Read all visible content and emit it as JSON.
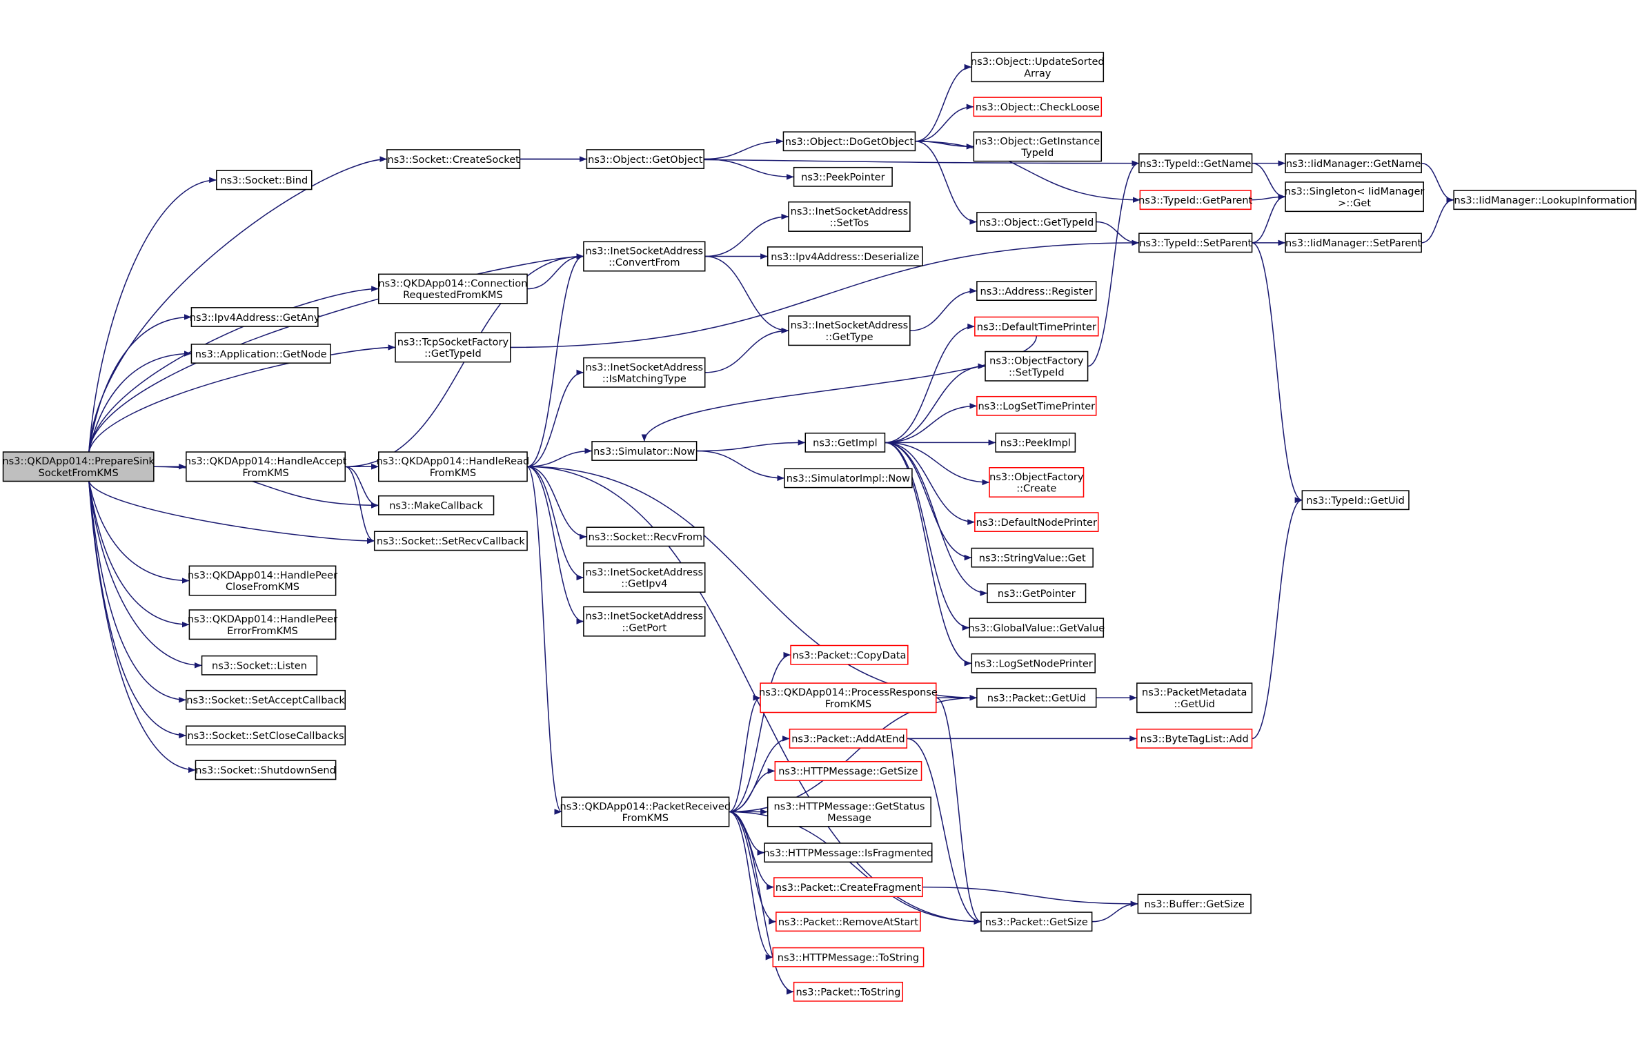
{
  "colors": {
    "edge": "#191970",
    "root_fill": "#bfbfbf",
    "truncated_border": "#ff0000",
    "node_border": "#000000"
  },
  "nodes": {
    "prepare": {
      "lines": [
        "ns3::QKDApp014::PrepareSink",
        "SocketFromKMS"
      ],
      "root": true
    },
    "bind": {
      "lines": [
        "ns3::Socket::Bind"
      ]
    },
    "createsocket": {
      "lines": [
        "ns3::Socket::CreateSocket"
      ]
    },
    "getany": {
      "lines": [
        "ns3::Ipv4Address::GetAny"
      ]
    },
    "getnode": {
      "lines": [
        "ns3::Application::GetNode"
      ]
    },
    "tcpfactory": {
      "lines": [
        "ns3::TcpSocketFactory",
        "::GetTypeId"
      ]
    },
    "connreq": {
      "lines": [
        "ns3::QKDApp014::Connection",
        "RequestedFromKMS"
      ]
    },
    "haccept": {
      "lines": [
        "ns3::QKDApp014::HandleAccept",
        "FromKMS"
      ]
    },
    "hread": {
      "lines": [
        "ns3::QKDApp014::HandleRead",
        "FromKMS"
      ]
    },
    "makecb": {
      "lines": [
        "ns3::MakeCallback"
      ]
    },
    "setrecv": {
      "lines": [
        "ns3::Socket::SetRecvCallback"
      ]
    },
    "peerclose": {
      "lines": [
        "ns3::QKDApp014::HandlePeer",
        "CloseFromKMS"
      ]
    },
    "peererror": {
      "lines": [
        "ns3::QKDApp014::HandlePeer",
        "ErrorFromKMS"
      ]
    },
    "listen": {
      "lines": [
        "ns3::Socket::Listen"
      ]
    },
    "setaccept": {
      "lines": [
        "ns3::Socket::SetAcceptCallback"
      ]
    },
    "setclose": {
      "lines": [
        "ns3::Socket::SetCloseCallbacks"
      ]
    },
    "shutdown": {
      "lines": [
        "ns3::Socket::ShutdownSend"
      ]
    },
    "getobject": {
      "lines": [
        "ns3::Object::GetObject"
      ]
    },
    "convertfrom": {
      "lines": [
        "ns3::InetSocketAddress",
        "::ConvertFrom"
      ]
    },
    "ismatching": {
      "lines": [
        "ns3::InetSocketAddress",
        "::IsMatchingType"
      ]
    },
    "simnow": {
      "lines": [
        "ns3::Simulator::Now"
      ]
    },
    "recvfrom": {
      "lines": [
        "ns3::Socket::RecvFrom"
      ]
    },
    "getipv4": {
      "lines": [
        "ns3::InetSocketAddress",
        "::GetIpv4"
      ]
    },
    "getport": {
      "lines": [
        "ns3::InetSocketAddress",
        "::GetPort"
      ]
    },
    "pktrecv": {
      "lines": [
        "ns3::QKDApp014::PacketReceived",
        "FromKMS"
      ]
    },
    "dogetobject": {
      "lines": [
        "ns3::Object::DoGetObject"
      ]
    },
    "peekpointer": {
      "lines": [
        "ns3::PeekPointer"
      ]
    },
    "settos": {
      "lines": [
        "ns3::InetSocketAddress",
        "::SetTos"
      ]
    },
    "deserialize": {
      "lines": [
        "ns3::Ipv4Address::Deserialize"
      ]
    },
    "gettype": {
      "lines": [
        "ns3::InetSocketAddress",
        "::GetType"
      ]
    },
    "getimpl": {
      "lines": [
        "ns3::GetImpl"
      ]
    },
    "simimplnow": {
      "lines": [
        "ns3::SimulatorImpl::Now"
      ]
    },
    "updatesorted": {
      "lines": [
        "ns3::Object::UpdateSorted",
        "Array"
      ]
    },
    "checkloose": {
      "lines": [
        "ns3::Object::CheckLoose"
      ],
      "truncated": true
    },
    "getinstance": {
      "lines": [
        "ns3::Object::GetInstance",
        "TypeId"
      ]
    },
    "objgettypeid": {
      "lines": [
        "ns3::Object::GetTypeId"
      ]
    },
    "addrregister": {
      "lines": [
        "ns3::Address::Register"
      ]
    },
    "deftimeprinter": {
      "lines": [
        "ns3::DefaultTimePrinter"
      ],
      "truncated": true
    },
    "ofsettypeid": {
      "lines": [
        "ns3::ObjectFactory",
        "::SetTypeId"
      ]
    },
    "logsettime": {
      "lines": [
        "ns3::LogSetTimePrinter"
      ],
      "truncated": true
    },
    "peekimpl": {
      "lines": [
        "ns3::PeekImpl"
      ]
    },
    "ofcreate": {
      "lines": [
        "ns3::ObjectFactory",
        "::Create"
      ],
      "truncated": true
    },
    "defnodeprinter": {
      "lines": [
        "ns3::DefaultNodePrinter"
      ],
      "truncated": true
    },
    "strvalget": {
      "lines": [
        "ns3::StringValue::Get"
      ]
    },
    "getpointer": {
      "lines": [
        "ns3::GetPointer"
      ]
    },
    "gvgetvalue": {
      "lines": [
        "ns3::GlobalValue::GetValue"
      ]
    },
    "logsetnode": {
      "lines": [
        "ns3::LogSetNodePrinter"
      ]
    },
    "pktgetuid": {
      "lines": [
        "ns3::Packet::GetUid"
      ]
    },
    "pktgetsize": {
      "lines": [
        "ns3::Packet::GetSize"
      ]
    },
    "copydata": {
      "lines": [
        "ns3::Packet::CopyData"
      ],
      "truncated": true
    },
    "procresp": {
      "lines": [
        "ns3::QKDApp014::ProcessResponse",
        "FromKMS"
      ],
      "truncated": true
    },
    "addatend": {
      "lines": [
        "ns3::Packet::AddAtEnd"
      ],
      "truncated": true
    },
    "httpgetsize": {
      "lines": [
        "ns3::HTTPMessage::GetSize"
      ],
      "truncated": true
    },
    "httpstatus": {
      "lines": [
        "ns3::HTTPMessage::GetStatus",
        "Message"
      ]
    },
    "httpfrag": {
      "lines": [
        "ns3::HTTPMessage::IsFragmented"
      ]
    },
    "createfrag": {
      "lines": [
        "ns3::Packet::CreateFragment"
      ],
      "truncated": true
    },
    "removeatstart": {
      "lines": [
        "ns3::Packet::RemoveAtStart"
      ],
      "truncated": true
    },
    "httptostring": {
      "lines": [
        "ns3::HTTPMessage::ToString"
      ],
      "truncated": true
    },
    "pkttostring": {
      "lines": [
        "ns3::Packet::ToString"
      ],
      "truncated": true
    },
    "tidgetname": {
      "lines": [
        "ns3::TypeId::GetName"
      ]
    },
    "tidgetparent": {
      "lines": [
        "ns3::TypeId::GetParent"
      ],
      "truncated": true
    },
    "tidsetparent": {
      "lines": [
        "ns3::TypeId::SetParent"
      ]
    },
    "tidgetuid": {
      "lines": [
        "ns3::TypeId::GetUid"
      ]
    },
    "pmgetuid": {
      "lines": [
        "ns3::PacketMetadata",
        "::GetUid"
      ]
    },
    "btladd": {
      "lines": [
        "ns3::ByteTagList::Add"
      ],
      "truncated": true
    },
    "bufgetsize": {
      "lines": [
        "ns3::Buffer::GetSize"
      ]
    },
    "iidgetname": {
      "lines": [
        "ns3::IidManager::GetName"
      ]
    },
    "singleton": {
      "lines": [
        "ns3::Singleton< IidManager",
        ">::Get"
      ]
    },
    "iidsetparent": {
      "lines": [
        "ns3::IidManager::SetParent"
      ]
    },
    "lookup": {
      "lines": [
        "ns3::IidManager::LookupInformation"
      ]
    }
  },
  "edges": [
    [
      "prepare",
      "bind"
    ],
    [
      "prepare",
      "createsocket"
    ],
    [
      "prepare",
      "convertfrom"
    ],
    [
      "prepare",
      "connreq"
    ],
    [
      "prepare",
      "getany"
    ],
    [
      "prepare",
      "getnode"
    ],
    [
      "prepare",
      "tcpfactory"
    ],
    [
      "prepare",
      "haccept"
    ],
    [
      "prepare",
      "hread"
    ],
    [
      "prepare",
      "makecb"
    ],
    [
      "prepare",
      "setrecv"
    ],
    [
      "prepare",
      "peerclose"
    ],
    [
      "prepare",
      "peererror"
    ],
    [
      "prepare",
      "listen"
    ],
    [
      "prepare",
      "setaccept"
    ],
    [
      "prepare",
      "setclose"
    ],
    [
      "prepare",
      "shutdown"
    ],
    [
      "createsocket",
      "getobject"
    ],
    [
      "createsocket",
      "tidgetname"
    ],
    [
      "getobject",
      "dogetobject"
    ],
    [
      "getobject",
      "peekpointer"
    ],
    [
      "dogetobject",
      "updatesorted"
    ],
    [
      "dogetobject",
      "checkloose"
    ],
    [
      "dogetobject",
      "getinstance"
    ],
    [
      "dogetobject",
      "objgettypeid"
    ],
    [
      "dogetobject",
      "tidgetparent"
    ],
    [
      "objgettypeid",
      "tidsetparent"
    ],
    [
      "connreq",
      "convertfrom"
    ],
    [
      "convertfrom",
      "settos"
    ],
    [
      "convertfrom",
      "deserialize"
    ],
    [
      "convertfrom",
      "gettype"
    ],
    [
      "ismatching",
      "gettype"
    ],
    [
      "gettype",
      "addrregister"
    ],
    [
      "tcpfactory",
      "tidsetparent"
    ],
    [
      "haccept",
      "convertfrom"
    ],
    [
      "haccept",
      "hread"
    ],
    [
      "haccept",
      "makecb"
    ],
    [
      "haccept",
      "setrecv"
    ],
    [
      "hread",
      "convertfrom"
    ],
    [
      "hread",
      "ismatching"
    ],
    [
      "hread",
      "simnow"
    ],
    [
      "hread",
      "recvfrom"
    ],
    [
      "hread",
      "getipv4"
    ],
    [
      "hread",
      "getport"
    ],
    [
      "hread",
      "pktrecv"
    ],
    [
      "hread",
      "pktgetuid"
    ],
    [
      "hread",
      "pktgetsize"
    ],
    [
      "simnow",
      "getimpl"
    ],
    [
      "simnow",
      "simimplnow"
    ],
    [
      "getimpl",
      "deftimeprinter"
    ],
    [
      "getimpl",
      "ofsettypeid"
    ],
    [
      "getimpl",
      "logsettime"
    ],
    [
      "getimpl",
      "peekimpl"
    ],
    [
      "getimpl",
      "ofcreate"
    ],
    [
      "getimpl",
      "defnodeprinter"
    ],
    [
      "getimpl",
      "strvalget"
    ],
    [
      "getimpl",
      "getpointer"
    ],
    [
      "getimpl",
      "gvgetvalue"
    ],
    [
      "getimpl",
      "logsetnode"
    ],
    [
      "deftimeprinter",
      "simnow"
    ],
    [
      "ofsettypeid",
      "tidgetname"
    ],
    [
      "tidgetname",
      "iidgetname"
    ],
    [
      "tidgetname",
      "singleton"
    ],
    [
      "tidgetparent",
      "singleton"
    ],
    [
      "tidsetparent",
      "singleton"
    ],
    [
      "tidsetparent",
      "iidsetparent"
    ],
    [
      "tidsetparent",
      "tidgetuid"
    ],
    [
      "iidgetname",
      "lookup"
    ],
    [
      "iidsetparent",
      "lookup"
    ],
    [
      "pktrecv",
      "copydata"
    ],
    [
      "pktrecv",
      "procresp"
    ],
    [
      "pktrecv",
      "addatend"
    ],
    [
      "pktrecv",
      "httpgetsize"
    ],
    [
      "pktrecv",
      "httpstatus"
    ],
    [
      "pktrecv",
      "httpfrag"
    ],
    [
      "pktrecv",
      "createfrag"
    ],
    [
      "pktrecv",
      "removeatstart"
    ],
    [
      "pktrecv",
      "httptostring"
    ],
    [
      "pktrecv",
      "pkttostring"
    ],
    [
      "pktrecv",
      "pktgetsize"
    ],
    [
      "pktrecv",
      "pktgetuid"
    ],
    [
      "procresp",
      "pktgetuid"
    ],
    [
      "procresp",
      "pktgetsize"
    ],
    [
      "addatend",
      "btladd"
    ],
    [
      "addatend",
      "pktgetsize"
    ],
    [
      "createfrag",
      "bufgetsize"
    ],
    [
      "pktgetsize",
      "bufgetsize"
    ],
    [
      "pktgetuid",
      "pmgetuid"
    ],
    [
      "btladd",
      "tidgetuid"
    ]
  ]
}
